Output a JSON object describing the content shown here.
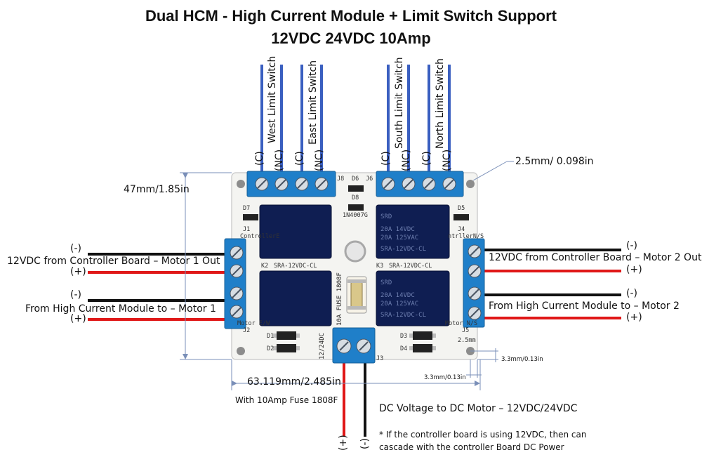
{
  "title": {
    "line1": "Dual HCM - High Current Module + Limit Switch Support",
    "line2": "12VDC 24VDC 10Amp"
  },
  "limit_switches": {
    "west": {
      "label": "West Limit Switch",
      "c": "(C)",
      "nc": "(NC)"
    },
    "east": {
      "label": "East Limit Switch",
      "c": "(C)",
      "nc": "(NC)"
    },
    "south": {
      "label": "South Limit Switch",
      "c": "(C)",
      "nc": "(NC)"
    },
    "north": {
      "label": "North Limit Switch",
      "c": "(C)",
      "nc": "(NC)"
    }
  },
  "dimensions": {
    "height": "47mm/1.85in",
    "width": "63.119mm/2.485in",
    "hole": "2.5mm/ 0.098in",
    "edge_right": "3.3mm/0.13in",
    "edge_bottom": "3.3mm/0.13in",
    "corner": "2.5mm"
  },
  "left_side": {
    "motor1_in": "12VDC from Controller Board – Motor 1 Out",
    "motor1_out": "From High Current Module to – Motor 1",
    "neg": "(-)",
    "pos": "(+)"
  },
  "right_side": {
    "motor2_in": "12VDC from Controller Board – Motor 2 Out",
    "motor2_out": "From High Current Module to – Motor 2",
    "neg": "(-)",
    "pos": "(+)"
  },
  "bottom": {
    "fuse_note": "With 10Amp Fuse 1808F",
    "dc_voltage": "DC Voltage to DC Motor – 12VDC/24VDC",
    "note_line1": "* If the controller board is using 12VDC, then can",
    "note_line2": "cascade with the controller Board DC Power",
    "pos": "(+)",
    "neg": "(-)"
  },
  "board": {
    "relay_model": "SRA-12VDC-CL",
    "relay_spec1": "20A 14VDC",
    "relay_spec2": "20A 125VAC",
    "relay_brand": "SRD",
    "k2": "K2",
    "k3": "K3",
    "j1": "J1",
    "j2": "J2",
    "j3": "J3",
    "j4": "J4",
    "j5": "J5",
    "j6": "J6",
    "j8": "J8",
    "d1": "D1",
    "d2": "D2",
    "d3": "D3",
    "d4": "D4",
    "d5": "D5",
    "d6": "D6",
    "d7": "D7",
    "d8": "D8",
    "diode": "1N4007G",
    "fuse": "10A FUSE 1808F",
    "controller_ew": "ControllerE",
    "controller_ns": "ntrllerN/S",
    "motor_ew": "Motor E/W",
    "motor_ns": "Motor N/S",
    "v_label": "12/24DC"
  },
  "colors": {
    "wire_blue": "#3a5fc0",
    "wire_red": "#e01818",
    "wire_black": "#111111",
    "dim_line": "#7a8fb8",
    "terminal_blue": "#1f7fc9",
    "relay_blue": "#0f1e52",
    "pcb": "#f4f4f1"
  }
}
